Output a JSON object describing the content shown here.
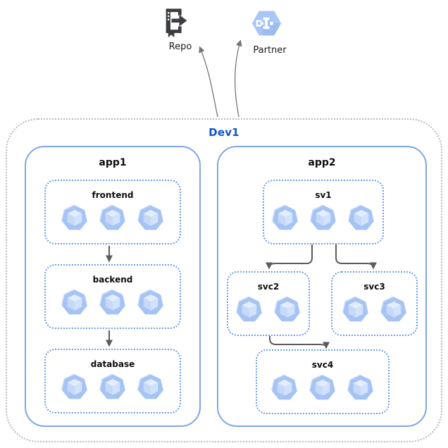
{
  "external_nodes": [
    {
      "id": "repo",
      "label": "Repo",
      "icon": "source-repository-icon"
    },
    {
      "id": "partner",
      "label": "Partner",
      "icon": "partner-interconnect-icon"
    }
  ],
  "environment": {
    "label": "Dev1"
  },
  "apps": [
    {
      "label": "app1",
      "services": [
        {
          "id": "frontend",
          "label": "frontend",
          "pods": 3
        },
        {
          "id": "backend",
          "label": "backend",
          "pods": 3
        },
        {
          "id": "database",
          "label": "database",
          "pods": 3
        }
      ]
    },
    {
      "label": "app2",
      "services": [
        {
          "id": "sv1",
          "label": "sv1",
          "pods": 3
        },
        {
          "id": "svc2",
          "label": "svc2",
          "pods": 2
        },
        {
          "id": "svc3",
          "label": "svc3",
          "pods": 2
        },
        {
          "id": "svc4",
          "label": "svc4",
          "pods": 3
        }
      ]
    }
  ],
  "edges": [
    {
      "from": "frontend",
      "to": "backend"
    },
    {
      "from": "backend",
      "to": "database"
    },
    {
      "from": "sv1",
      "to": "svc2"
    },
    {
      "from": "sv1",
      "to": "svc3"
    },
    {
      "from": "svc2",
      "to": "svc4"
    },
    {
      "from": "Dev1",
      "to": "Repo"
    },
    {
      "from": "Dev1",
      "to": "Partner"
    }
  ],
  "colors": {
    "environment_label": "#1155cc",
    "boundary_border": "#b9b9b9",
    "app_border": "#7ea6e6",
    "service_border": "#6d9eeb",
    "arrow": "#5b5b5b",
    "pod_fill": "#a5c4f5",
    "partner_hexagon": "#a9c6f7",
    "repo_icon": "#3b3d40"
  }
}
